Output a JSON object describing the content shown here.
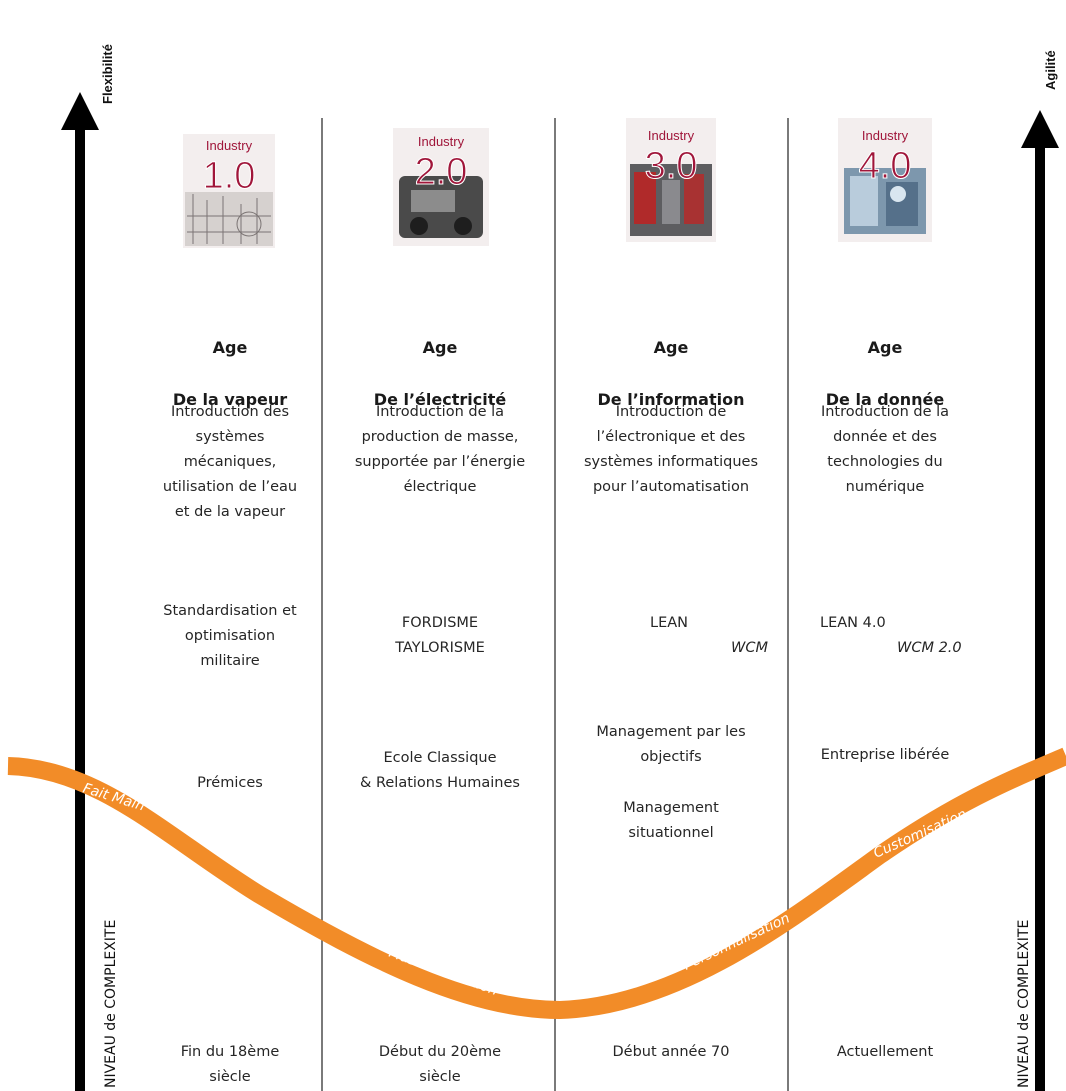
{
  "axes": {
    "left_title": "Flexibilité",
    "right_title": "Agilité",
    "complexity_label": "NIVEAU de COMPLEXITE"
  },
  "curve": {
    "color": "#f28c28",
    "labels": [
      "Fait Main",
      "Mass Production",
      "Personnalisation",
      "Customisation"
    ]
  },
  "eras": [
    {
      "badge_word": "Industry",
      "badge_version": "1.0",
      "age_line1": "Age",
      "age_line2": "De la vapeur",
      "introduction": "Introduction des\nsystèmes\nmécaniques,\nutilisation de l’eau\net de la vapeur",
      "method": "Standardisation et\noptimisation\nmilitaire",
      "management": "Prémices",
      "period": "Fin du 18ème\nsiècle"
    },
    {
      "badge_word": "Industry",
      "badge_version": "2.0",
      "age_line1": "Age",
      "age_line2": "De l’électricité",
      "introduction": "Introduction de la\nproduction de masse,\nsupportée par l’énergie\nélectrique",
      "method": "FORDISME\nTAYLORISME",
      "management": "Ecole Classique\n& Relations Humaines",
      "period": "Début du 20ème\nsiècle"
    },
    {
      "badge_word": "Industry",
      "badge_version": "3.0",
      "age_line1": "Age",
      "age_line2": "De l’information",
      "introduction": "Introduction de\nl’électronique et des\nsystèmes informatiques\npour l’automatisation",
      "method_primary": "LEAN",
      "method_secondary": "WCM",
      "management": "Management par les\nobjectifs",
      "management_extra": "Management\nsituationnel",
      "period": "Début année 70"
    },
    {
      "badge_word": "Industry",
      "badge_version": "4.0",
      "age_line1": "Age",
      "age_line2": "De la donnée",
      "introduction": "Introduction de la\ndonnée et des\ntechnologies du\nnumérique",
      "method_primary": "LEAN 4.0",
      "method_secondary": "WCM 2.0",
      "management": "Entreprise libérée",
      "period": "Actuellement"
    }
  ]
}
